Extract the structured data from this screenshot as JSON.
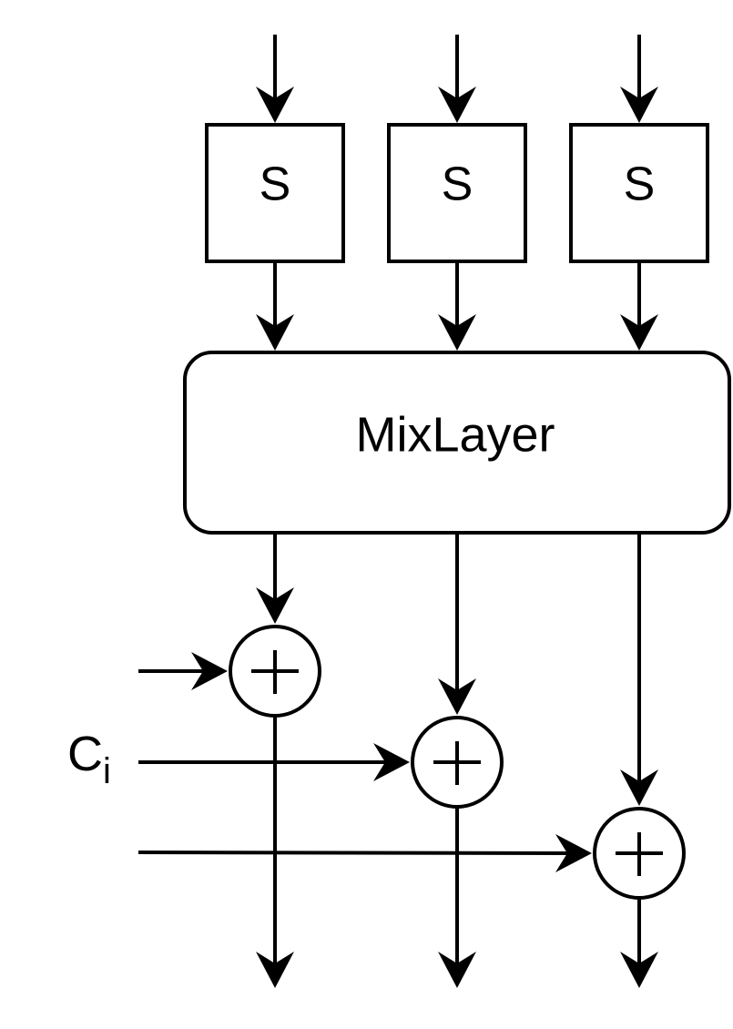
{
  "sbox_labels": [
    "S",
    "S",
    "S"
  ],
  "mix_layer_label": "MixLayer",
  "key_label": "C",
  "key_subscript": "i",
  "xor_symbol": "+",
  "colors": {
    "stroke": "#000000",
    "background": "#ffffff"
  }
}
